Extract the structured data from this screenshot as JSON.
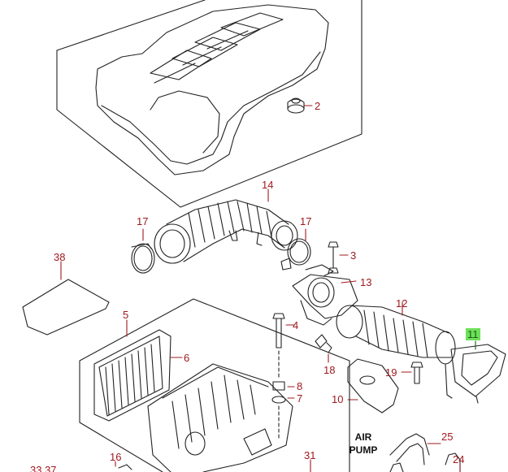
{
  "diagram": {
    "callouts": [
      {
        "id": "2",
        "label": "2"
      },
      {
        "id": "3",
        "label": "3"
      },
      {
        "id": "4",
        "label": "4"
      },
      {
        "id": "5",
        "label": "5"
      },
      {
        "id": "6",
        "label": "6"
      },
      {
        "id": "7",
        "label": "7"
      },
      {
        "id": "8",
        "label": "8"
      },
      {
        "id": "10",
        "label": "10"
      },
      {
        "id": "11",
        "label": "11",
        "highlighted": true
      },
      {
        "id": "12",
        "label": "12"
      },
      {
        "id": "13",
        "label": "13"
      },
      {
        "id": "14",
        "label": "14"
      },
      {
        "id": "16",
        "label": "16"
      },
      {
        "id": "17a",
        "label": "17"
      },
      {
        "id": "17b",
        "label": "17"
      },
      {
        "id": "18",
        "label": "18"
      },
      {
        "id": "19",
        "label": "19"
      },
      {
        "id": "24",
        "label": "24"
      },
      {
        "id": "25",
        "label": "25"
      },
      {
        "id": "31",
        "label": "31"
      },
      {
        "id": "33_37",
        "label": "33,37"
      },
      {
        "id": "38",
        "label": "38"
      }
    ],
    "note_line1": "AIR",
    "note_line2": "PUMP",
    "colors": {
      "callout": "#a0191e",
      "highlight": "#6ee05a",
      "line": "#222222"
    }
  }
}
